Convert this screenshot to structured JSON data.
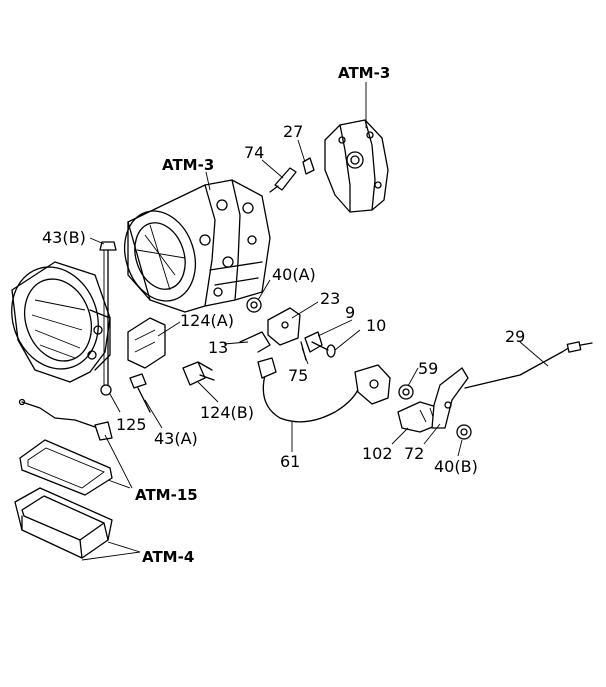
{
  "refs": {
    "atm3_top": "ATM-3",
    "atm3_left": "ATM-3",
    "atm15": "ATM-15",
    "atm4": "ATM-4"
  },
  "parts": {
    "p27": "27",
    "p74": "74",
    "p43b": "43(B)",
    "p40a": "40(A)",
    "p23": "23",
    "p9": "9",
    "p10": "10",
    "p124a": "124(A)",
    "p13": "13",
    "p29": "29",
    "p59": "59",
    "p75": "75",
    "p125": "125",
    "p43a": "43(A)",
    "p124b": "124(B)",
    "p61": "61",
    "p102": "102",
    "p72": "72",
    "p40b": "40(B)"
  }
}
